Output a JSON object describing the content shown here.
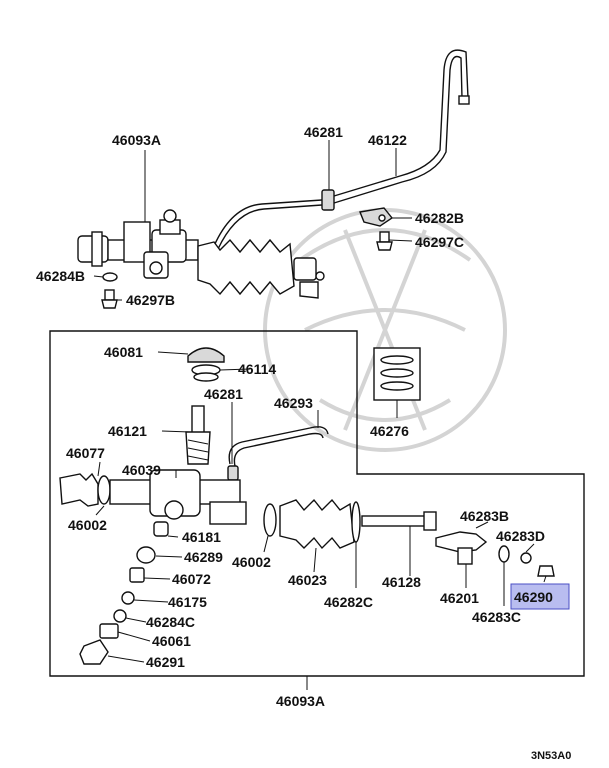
{
  "diagram": {
    "top_labels": {
      "l_46093A_top": "46093A",
      "l_46281_top": "46281",
      "l_46122": "46122",
      "l_46282B": "46282B",
      "l_46297C": "46297C",
      "l_46284B": "46284B",
      "l_46297B": "46297B"
    },
    "box_labels": {
      "l_46081": "46081",
      "l_46114": "46114",
      "l_46281_box": "46281",
      "l_46293": "46293",
      "l_46276": "46276",
      "l_46121": "46121",
      "l_46077": "46077",
      "l_46039": "46039",
      "l_46002_left": "46002",
      "l_46181": "46181",
      "l_46289": "46289",
      "l_46072": "46072",
      "l_46175": "46175",
      "l_46284C": "46284C",
      "l_46061": "46061",
      "l_46291": "46291",
      "l_46002_mid": "46002",
      "l_46023": "46023",
      "l_46128": "46128",
      "l_46282C": "46282C",
      "l_46283B": "46283B",
      "l_46283D": "46283D",
      "l_46201": "46201",
      "l_46283C": "46283C",
      "l_46290": "46290"
    },
    "bottom_label": "46093A",
    "footer_code": "3N53A0",
    "highlight_color": "#b9bdf0"
  }
}
